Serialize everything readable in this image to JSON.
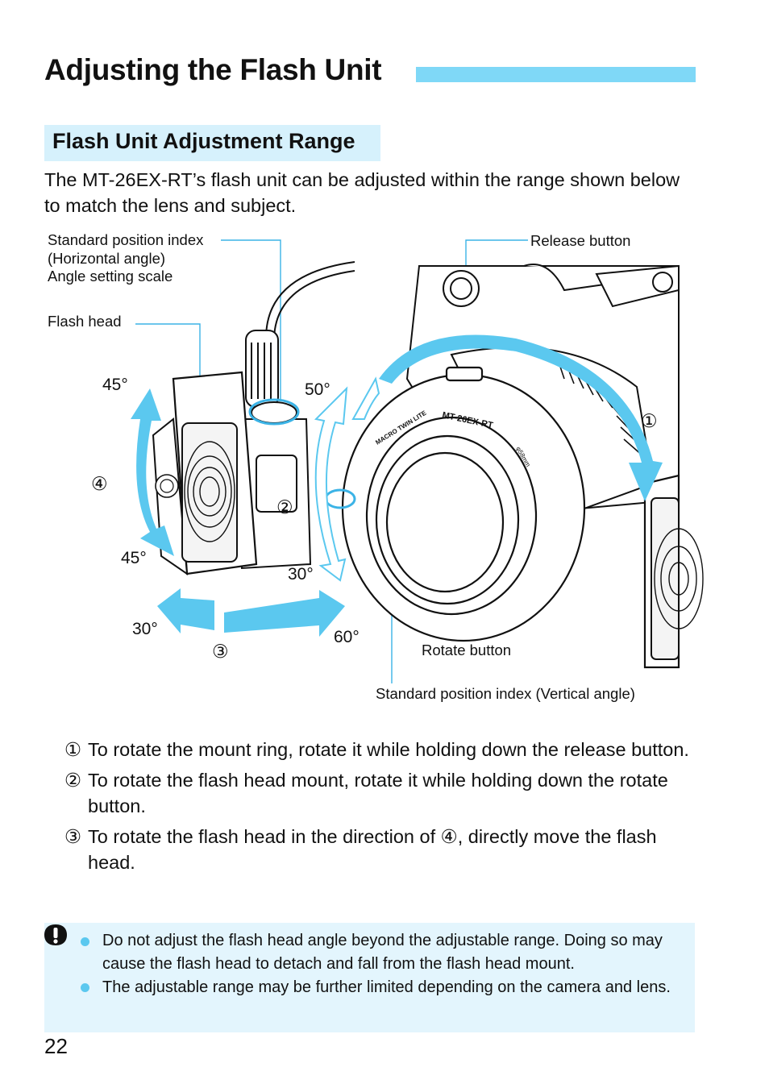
{
  "page": {
    "title": "Adjusting the Flash Unit",
    "section_title": "Flash Unit Adjustment Range",
    "intro": "The MT-26EX-RT’s flash unit can be adjusted within the range shown below to match the lens and subject.",
    "page_number": "22"
  },
  "colors": {
    "accent_bar": "#7fd8f7",
    "section_bg": "#d6f1fc",
    "caution_bg": "#e3f5fd",
    "arrow": "#5bc8ef",
    "callout_line": "#3bb3e6"
  },
  "figure": {
    "labels": {
      "std_index_line1": "Standard position index",
      "std_index_line2": "(Horizontal angle)",
      "angle_scale": "Angle setting scale",
      "flash_head": "Flash head",
      "release_button": "Release button",
      "rotate_button": "Rotate button",
      "std_index_vertical": "Standard position index (Vertical angle)"
    },
    "angles": {
      "up_left": "45°",
      "down_left": "45°",
      "mount_up": "50°",
      "mount_down": "30°",
      "swing_left": "30°",
      "swing_right": "60°"
    },
    "markers": {
      "m1": "①",
      "m2": "②",
      "m3": "③",
      "m4": "④"
    },
    "ring_text": {
      "brand": "MACRO TWIN LITE",
      "model": "MT-26EX-RT",
      "size": "φ58mm"
    }
  },
  "steps": [
    {
      "num": "①",
      "text": "To rotate the mount ring, rotate it while holding down the release button."
    },
    {
      "num": "②",
      "text": "To rotate the flash head mount, rotate it while holding down the rotate button."
    },
    {
      "num": "③",
      "text": "To rotate the flash head in the direction of ④, directly move the flash head."
    }
  ],
  "caution": {
    "icon": "caution-icon",
    "items": [
      "Do not adjust the flash head angle beyond the adjustable range. Doing so may cause the flash head to detach and fall from the flash head mount.",
      "The adjustable range may be further limited depending on the camera and lens."
    ]
  }
}
